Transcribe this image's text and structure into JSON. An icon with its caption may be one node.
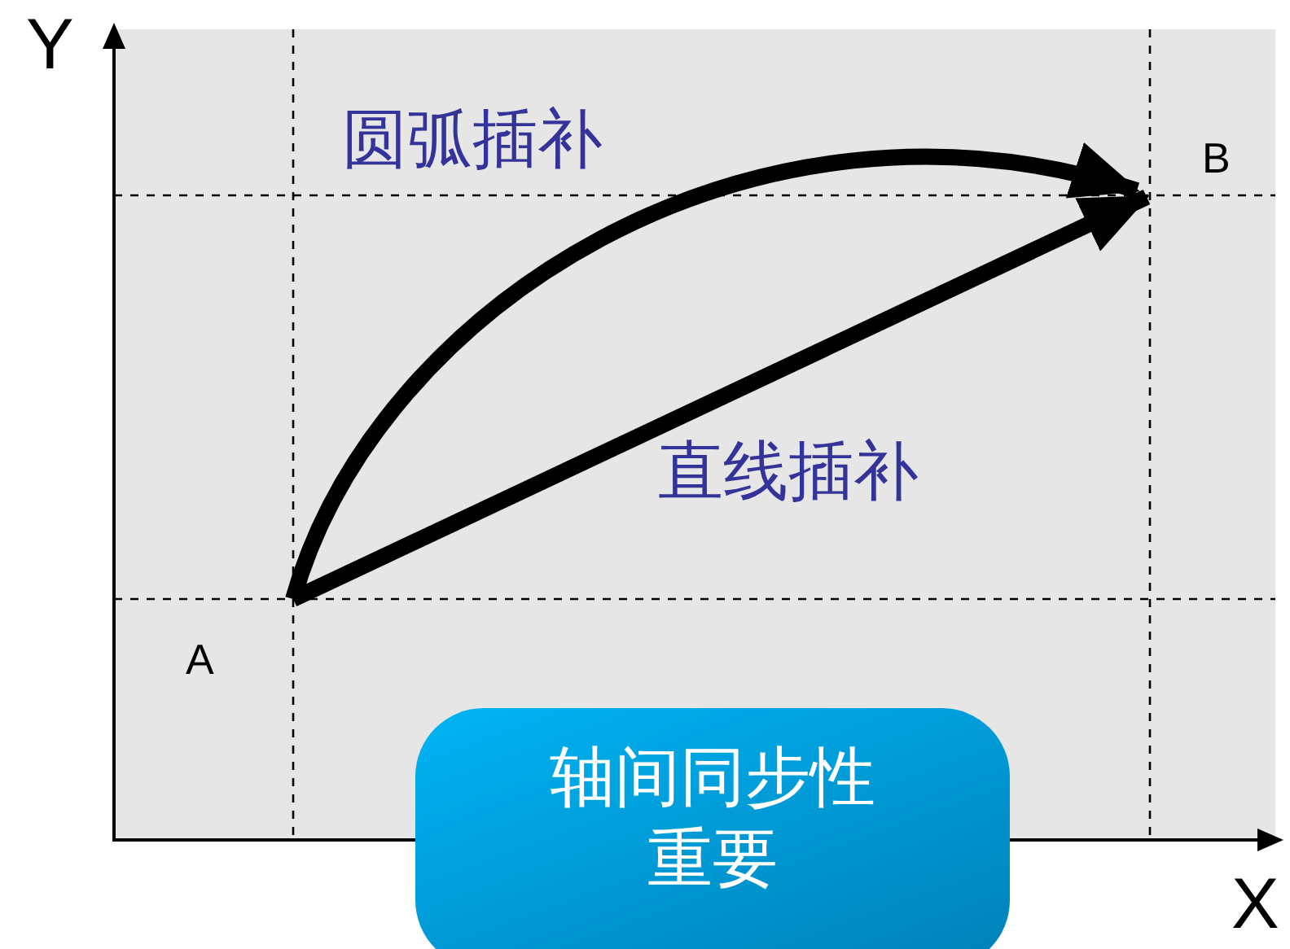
{
  "diagram": {
    "nodes": [
      {
        "text": [
          "A"
        ]
      },
      {
        "text": [
          "B"
        ]
      },
      {
        "text": [
          "轴间同步性重要"
        ]
      }
    ],
    "edges": [
      {
        "from": 0,
        "to": 1,
        "arrow": "to",
        "label": "圆弧插补"
      },
      {
        "from": 0,
        "to": 1,
        "arrow": "to",
        "label": "直线插补"
      }
    ],
    "labels": [
      "Y",
      "X"
    ]
  }
}
